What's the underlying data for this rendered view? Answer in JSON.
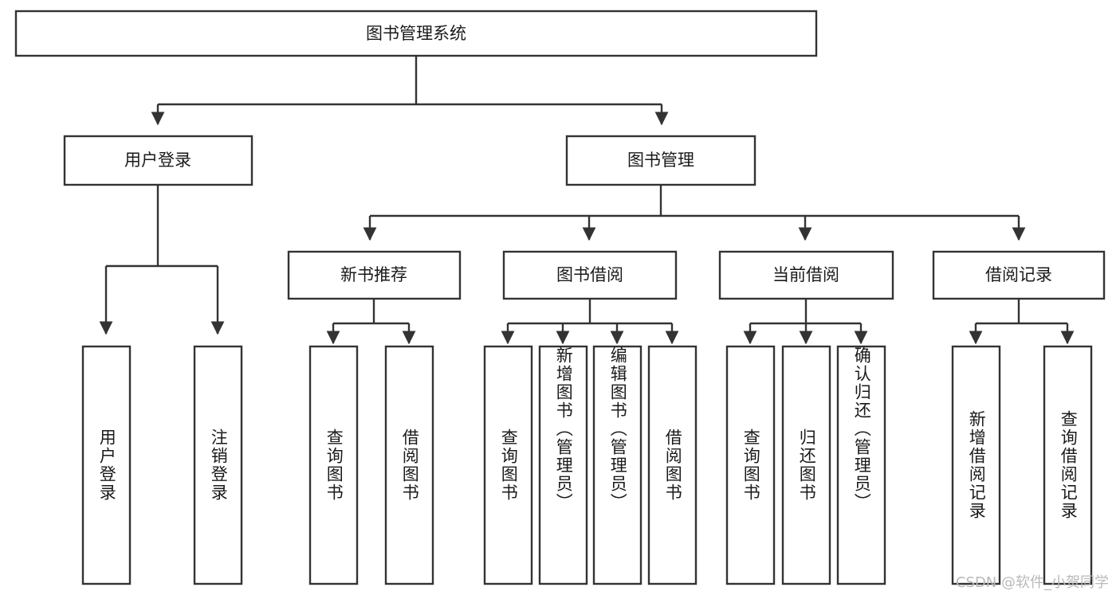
{
  "diagram": {
    "title": "图书管理系统",
    "type": "tree",
    "watermark": "CSDN @软件_小贺同学",
    "colors": {
      "stroke": "#333333",
      "fill": "#ffffff",
      "text": "#1a1a1a",
      "watermark": "#b9b9b9",
      "background": "#ffffff"
    },
    "nodes": {
      "root": {
        "label": "图书管理系统"
      },
      "level2": [
        {
          "id": "user-login",
          "label": "用户登录"
        },
        {
          "id": "book-manage",
          "label": "图书管理"
        }
      ],
      "level3": [
        {
          "id": "new-book-rec",
          "label": "新书推荐"
        },
        {
          "id": "book-borrow",
          "label": "图书借阅"
        },
        {
          "id": "current-borrow",
          "label": "当前借阅"
        },
        {
          "id": "borrow-record",
          "label": "借阅记录"
        }
      ],
      "leaves": {
        "user-login": [
          {
            "id": "leaf-user-login",
            "label": "用户登录"
          },
          {
            "id": "leaf-user-logout",
            "label": "注销登录"
          }
        ],
        "new-book-rec": [
          {
            "id": "leaf-query-book-1",
            "label": "查询图书"
          },
          {
            "id": "leaf-borrow-book-1",
            "label": "借阅图书"
          }
        ],
        "book-borrow": [
          {
            "id": "leaf-query-book-2",
            "label": "查询图书"
          },
          {
            "id": "leaf-add-book",
            "label": "新增图书（管理员）"
          },
          {
            "id": "leaf-edit-book",
            "label": "编辑图书（管理员）"
          },
          {
            "id": "leaf-borrow-book-2",
            "label": "借阅图书"
          }
        ],
        "current-borrow": [
          {
            "id": "leaf-query-book-3",
            "label": "查询图书"
          },
          {
            "id": "leaf-return-book",
            "label": "归还图书"
          },
          {
            "id": "leaf-confirm-return",
            "label": "确认归还（管理员）"
          }
        ],
        "borrow-record": [
          {
            "id": "leaf-add-record",
            "label": "新增借阅记录"
          },
          {
            "id": "leaf-query-record",
            "label": "查询借阅记录"
          }
        ]
      }
    }
  }
}
